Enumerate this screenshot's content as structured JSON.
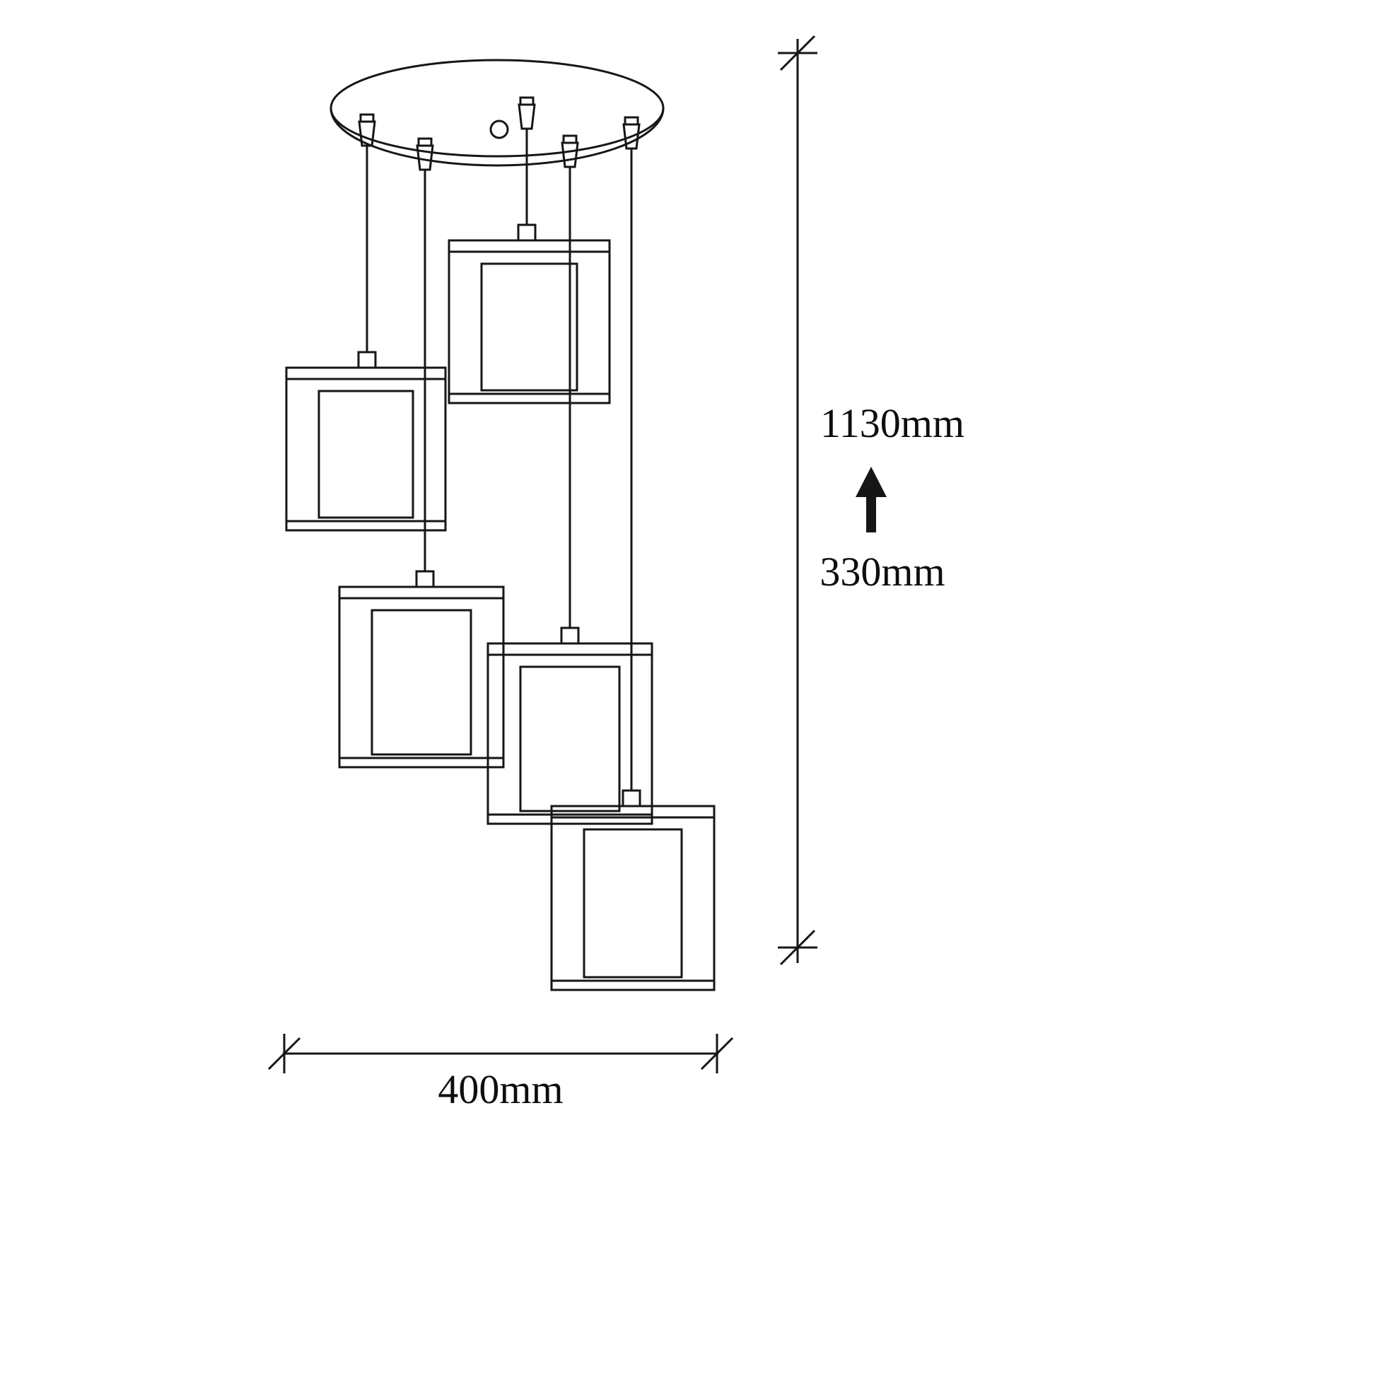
{
  "labels": {
    "total_height": "1130mm",
    "secondary_height": "330mm",
    "width": "400mm"
  },
  "icons": {
    "up_arrow": "up-arrow-icon"
  },
  "colors": {
    "line": "#161616",
    "background": "#ffffff"
  }
}
